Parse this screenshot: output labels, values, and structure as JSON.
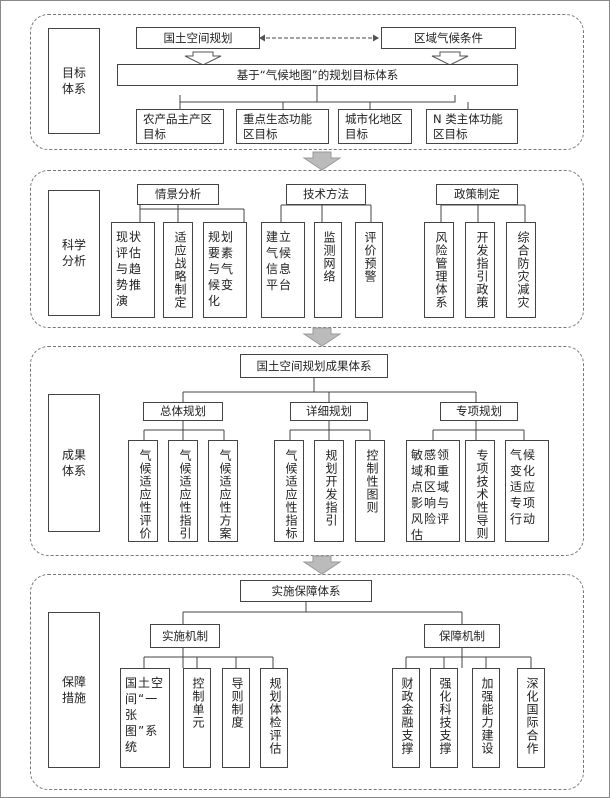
{
  "section1": {
    "label": "目标\n体系",
    "top_left": "国土空间规划",
    "top_right": "区域气候条件",
    "main": "基于“气候地图”的规划目标体系",
    "items": [
      "农产品主产区\n目标",
      "重点生态功能\n区目标",
      "城市化地区\n目标",
      "N 类主体功能\n区目标"
    ]
  },
  "section2": {
    "label": "科学\n分析",
    "groups": [
      {
        "title": "情景分析",
        "items": [
          "现状评估与趋势推演",
          "适应战略制定",
          "规划要素与气候变化"
        ]
      },
      {
        "title": "技术方法",
        "items": [
          "建立气候信息平台",
          "监测网络",
          "评价预警"
        ]
      },
      {
        "title": "政策制定",
        "items": [
          "风险管理体系",
          "开发指引政策",
          "综合防灾减灾"
        ]
      }
    ]
  },
  "section3": {
    "label": "成果\n体系",
    "main": "国土空间规划成果体系",
    "groups": [
      {
        "title": "总体规划",
        "items": [
          "气候适应性评价",
          "气候适应性指引",
          "气候适应性方案"
        ]
      },
      {
        "title": "详细规划",
        "items": [
          "气候适应性指标",
          "规划开发指引",
          "控制性图则"
        ]
      },
      {
        "title": "专项规划",
        "items": [
          "敏感领域和重点区域影响与风险评估",
          "专项技术性导则",
          "气候变化适应专项行动"
        ]
      }
    ]
  },
  "section4": {
    "label": "保障\n措施",
    "main": "实施保障体系",
    "groups": [
      {
        "title": "实施机制",
        "items": [
          "国土空间“一张图”系统",
          "控制单元",
          "导则制度",
          "规划体检评估"
        ]
      },
      {
        "title": "保障机制",
        "items": [
          "财政金融支撑",
          "强化科技支撑",
          "加强能力建设",
          "深化国际合作"
        ]
      }
    ]
  }
}
